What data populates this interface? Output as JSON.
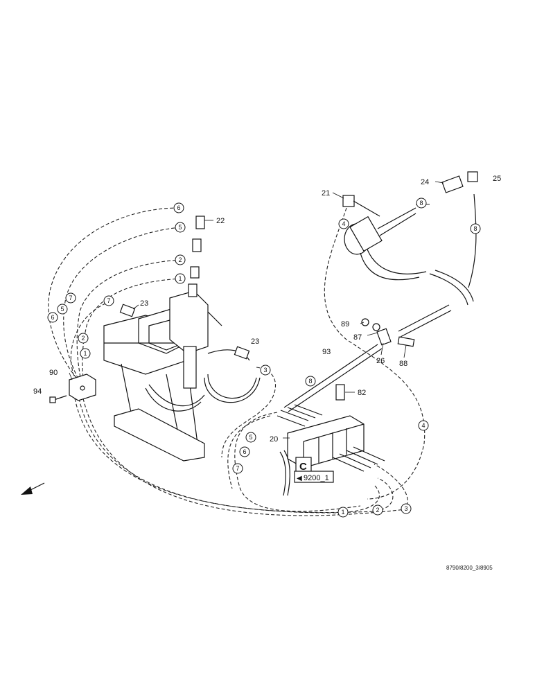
{
  "part_labels": {
    "p21": "21",
    "p22": "22",
    "p23a": "23",
    "p23b": "23",
    "p24": "24",
    "p25": "25",
    "p26": "26",
    "p20": "20",
    "p82": "82",
    "p87": "87",
    "p88": "88",
    "p89": "89",
    "p90": "90",
    "p93": "93",
    "p94": "94"
  },
  "line_markers": {
    "m6a": "6",
    "m5a": "5",
    "m2a": "2",
    "m1a": "1",
    "m7a": "7",
    "m7b": "7",
    "m5b": "5",
    "m6b": "6",
    "m2b": "2",
    "m1b": "1",
    "m3a": "3",
    "m4a": "4",
    "m8a": "8",
    "m8b": "8",
    "m8c": "8",
    "m4b": "4",
    "m5c": "5",
    "m6c": "6",
    "m7c": "7",
    "m1c": "1",
    "m2c": "2",
    "m3b": "3"
  },
  "box_letter": "C",
  "ref_box": "9200_1",
  "drawing_ref": "8790/8200_3/8905"
}
